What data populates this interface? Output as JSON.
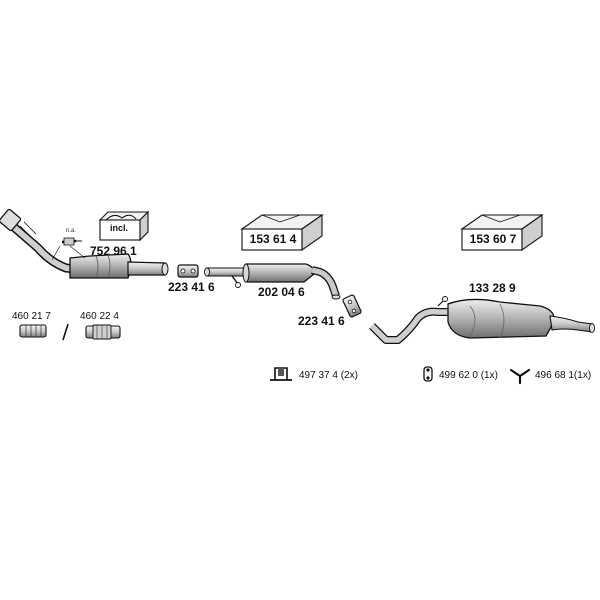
{
  "parts": {
    "catalyst_kit": {
      "part_number": "752 96 1",
      "box_label": "incl.",
      "sensor_note": "n.a."
    },
    "clamp_front": {
      "part_number": "223 41 6"
    },
    "middle_silencer": {
      "part_number": "202 04 6",
      "box_part_number": "153 61 4"
    },
    "clamp_rear": {
      "part_number": "223 41 6"
    },
    "rear_silencer": {
      "part_number": "133 28 9",
      "box_part_number": "153 60 7"
    },
    "flex_pipe_a": {
      "part_number": "460 21 7"
    },
    "flex_pipe_b": {
      "part_number": "460 22 4"
    },
    "separator": "/"
  },
  "accessories": [
    {
      "icon": "bracket-icon",
      "text": "497 37 4 (2x)"
    },
    {
      "icon": "rubber-mount-icon",
      "text": "499 62 0 (1x)"
    },
    {
      "icon": "y-hanger-icon",
      "text": "496 68 1(1x)"
    }
  ],
  "colors": {
    "line": "#111111",
    "fill_light": "#e6e6e6",
    "fill_mid": "#b5b5b5",
    "fill_dark": "#7a7a7a"
  }
}
